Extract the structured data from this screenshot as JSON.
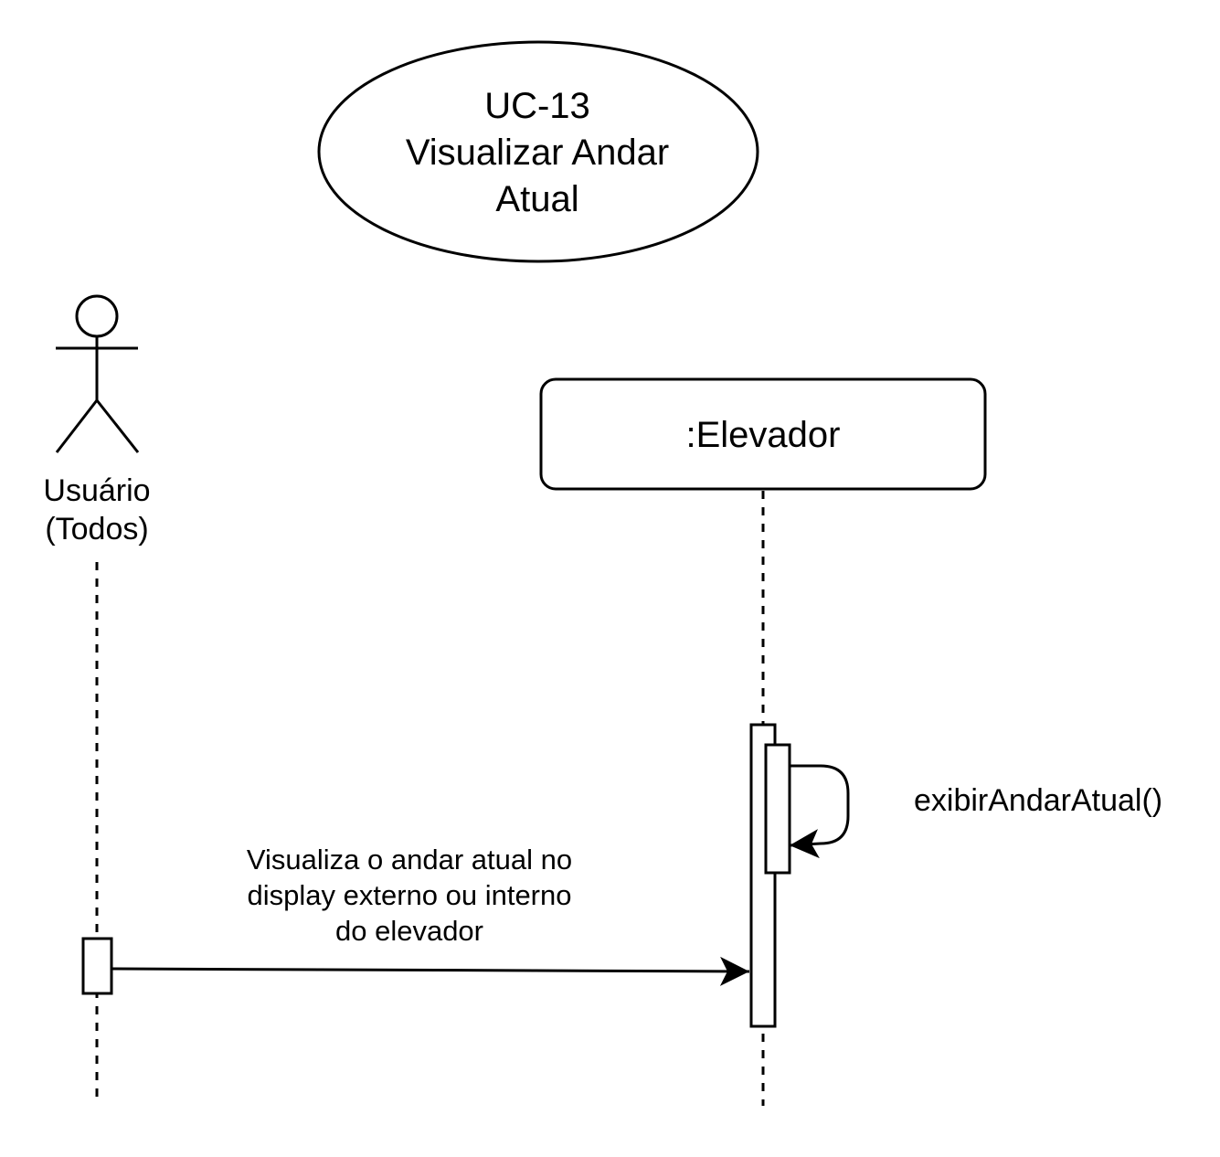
{
  "use_case": {
    "lines": [
      "UC-13",
      "Visualizar Andar",
      "Atual"
    ]
  },
  "actor": {
    "lines": [
      "Usuário",
      "(Todos)"
    ]
  },
  "lifeline": {
    "label": ":Elevador"
  },
  "messages": {
    "user_to_elevator": {
      "lines": [
        "Visualiza o andar atual no",
        "display externo ou interno",
        "do elevador"
      ]
    },
    "self_call": {
      "label": "exibirAndarAtual()"
    }
  }
}
